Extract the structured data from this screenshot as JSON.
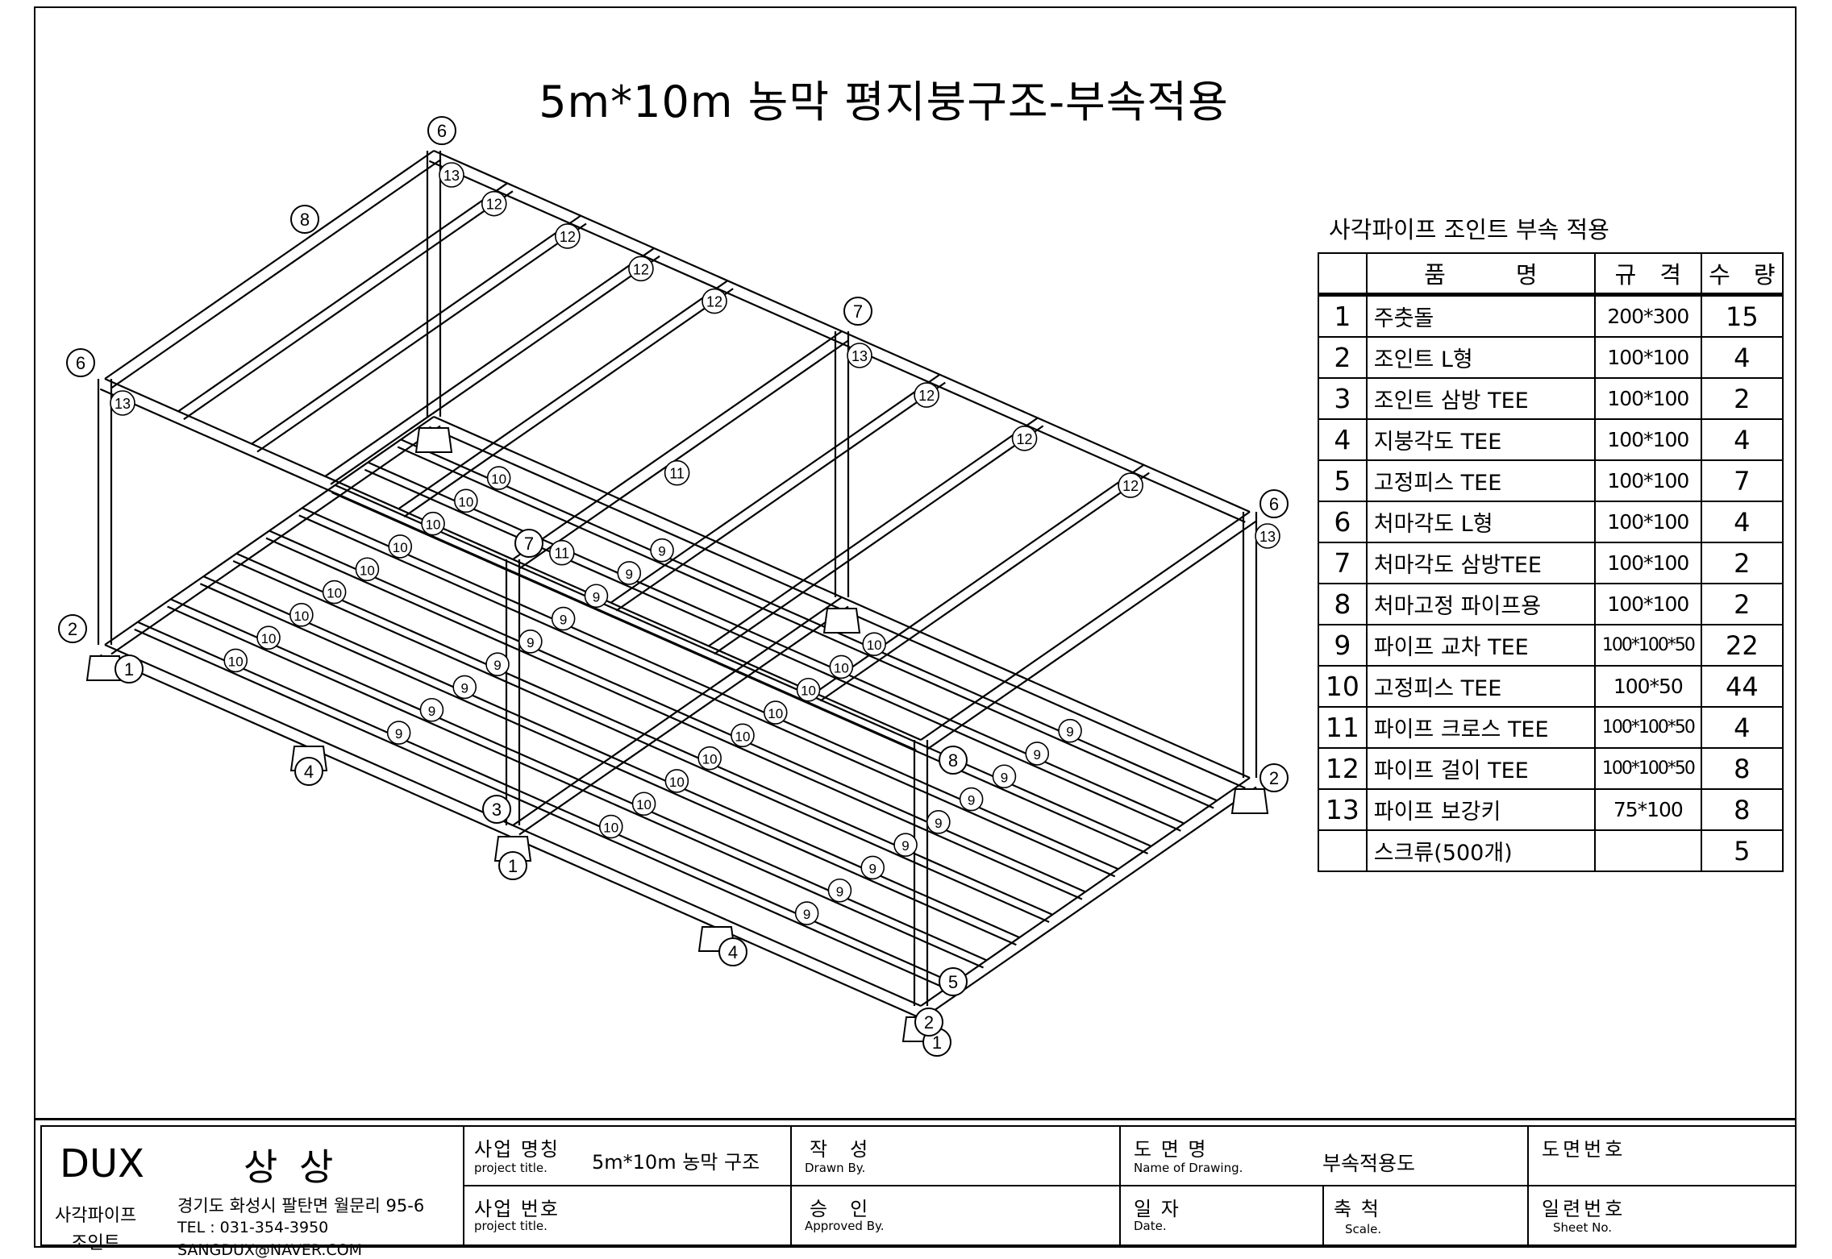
{
  "title": "5m*10m 농막 평지붕구조-부속적용",
  "table_caption": "사각파이프 조인트 부속 적용",
  "table_headers": {
    "name": "품　　　명",
    "spec": "규　격",
    "qty": "수　량"
  },
  "parts": [
    {
      "no": "1",
      "name": "주춧돌",
      "spec": "200*300",
      "qty": "15"
    },
    {
      "no": "2",
      "name": "조인트 L형",
      "spec": "100*100",
      "qty": "4"
    },
    {
      "no": "3",
      "name": "조인트 삼방 TEE",
      "spec": "100*100",
      "qty": "2"
    },
    {
      "no": "4",
      "name": "지붕각도 TEE",
      "spec": "100*100",
      "qty": "4"
    },
    {
      "no": "5",
      "name": "고정피스 TEE",
      "spec": "100*100",
      "qty": "7"
    },
    {
      "no": "6",
      "name": "처마각도 L형",
      "spec": "100*100",
      "qty": "4"
    },
    {
      "no": "7",
      "name": "처마각도 삼방TEE",
      "spec": "100*100",
      "qty": "2"
    },
    {
      "no": "8",
      "name": "처마고정 파이프용",
      "spec": "100*100",
      "qty": "2"
    },
    {
      "no": "9",
      "name": "파이프 교차 TEE",
      "spec": "100*100*50",
      "qty": "22"
    },
    {
      "no": "10",
      "name": "고정피스 TEE",
      "spec": "100*50",
      "qty": "44"
    },
    {
      "no": "11",
      "name": "파이프 크로스 TEE",
      "spec": "100*100*50",
      "qty": "4"
    },
    {
      "no": "12",
      "name": "파이프 걸이 TEE",
      "spec": "100*100*50",
      "qty": "8"
    },
    {
      "no": "13",
      "name": "파이프 보강키",
      "spec": "75*100",
      "qty": "8"
    },
    {
      "no": "",
      "name": "스크류(500개)",
      "spec": "",
      "qty": "5"
    }
  ],
  "title_block": {
    "company_en": "DUX",
    "company_ko": "상 상",
    "company_sub": "사각파이프\n조인트",
    "address": "경기도 화성시 팔탄면 월문리 95-6",
    "tel": "TEL : 031-354-3950",
    "email": "SANGDUX@NAVER.COM",
    "project_name_ko": "사업 명칭",
    "project_name_en": "project title.",
    "project_name_val": "5m*10m 농막 구조",
    "project_no_ko": "사업 번호",
    "project_no_en": "project title.",
    "drawn_ko": "작　성",
    "drawn_en": "Drawn By.",
    "approved_ko": "승　인",
    "approved_en": "Approved By.",
    "drawing_name_ko": "도 면 명",
    "drawing_name_en": "Name of Drawing.",
    "drawing_name_val": "부속적용도",
    "date_ko": "일 자",
    "date_en": "Date.",
    "scale_ko": "축 척",
    "scale_en": "Scale.",
    "drawing_no_ko": "도면번호",
    "sheet_no_ko": "일련번호",
    "sheet_no_en": "Sheet No."
  },
  "callouts": [
    "1",
    "2",
    "3",
    "4",
    "5",
    "6",
    "7",
    "8",
    "9",
    "10",
    "11",
    "12",
    "13"
  ]
}
